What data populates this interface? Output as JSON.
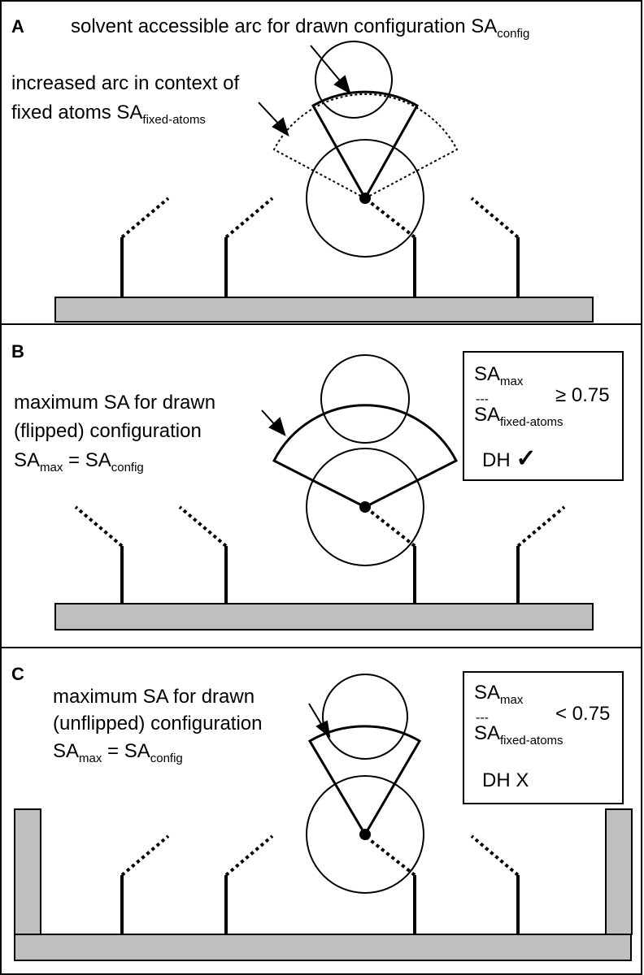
{
  "panels": {
    "a": {
      "label": "A",
      "arc_text": "solvent accessible arc for drawn configuration SA",
      "arc_sub": "config",
      "increased_line1": "increased arc in context of",
      "increased_line2": "fixed atoms SA",
      "increased_sub": "fixed-atoms"
    },
    "b": {
      "label": "B",
      "line1": "maximum SA for drawn",
      "line2": "(flipped) configuration",
      "eq_left": "SA",
      "eq_left_sub": "max",
      "eq_mid": " = SA",
      "eq_right_sub": "config",
      "box": {
        "num": "SA",
        "num_sub": "max",
        "dashes": "---",
        "den": "SA",
        "den_sub": "fixed-atoms",
        "compare": "≥ 0.75",
        "result": "DH",
        "mark": "✓"
      }
    },
    "c": {
      "label": "C",
      "line1": "maximum SA for drawn",
      "line2": "(unflipped) configuration",
      "eq_left": "SA",
      "eq_left_sub": "max",
      "eq_mid": " = SA",
      "eq_right_sub": "config",
      "box": {
        "num": "SA",
        "num_sub": "max",
        "dashes": "---",
        "den": "SA",
        "den_sub": "fixed-atoms",
        "compare": "< 0.75",
        "result": "DH X"
      }
    }
  },
  "colors": {
    "surface": "#bfbfbf",
    "line": "#000000"
  }
}
